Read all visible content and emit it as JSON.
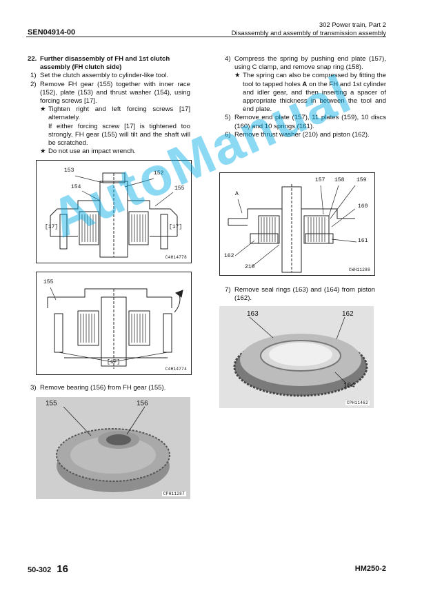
{
  "header": {
    "doc_code": "SEN04914-00",
    "title_line1": "302 Power train, Part 2",
    "title_line2": "Disassembly and assembly of transmission assembly"
  },
  "left": {
    "heading_num": "22.",
    "heading_text": "Further disassembly of FH and 1st clutch assembly (FH clutch side)",
    "step1_num": "1)",
    "step1": "Set the clutch assembly to cylinder-like tool.",
    "step2_num": "2)",
    "step2": "Remove FH gear (155) together with inner race (152), plate (153) and thrust washer (154), using forcing screws [17].",
    "star": "★",
    "note1": "Tighten right and left forcing screws [17] alternately.",
    "note1b": "If either forcing screw [17] is tightened too strongly, FH gear (155) will tilt and the shaft will be scratched.",
    "note2": "Do not use an impact wrench.",
    "step3_num": "3)",
    "step3": "Remove bearing (156) from FH gear (155)."
  },
  "right": {
    "step4_num": "4)",
    "step4": "Compress the spring by pushing end plate (157), using C clamp, and remove snap ring (158).",
    "note3_pre": "The spring can also be compressed by fitting the tool to tapped holes ",
    "note3_bold": "A",
    "note3_post": " on the FH and 1st cylinder and idler gear, and then inserting a spacer of appropriate thickness in between the tool and end plate.",
    "step5_num": "5)",
    "step5": "Remove end plate (157), 11 plates (159), 10 discs (160) and 10 springs (161).",
    "step6_num": "6)",
    "step6": "Remove thrust washer (210) and piston (162).",
    "step7_num": "7)",
    "step7": "Remove seal rings (163) and (164) from piston (162)."
  },
  "fig1": {
    "c153": "153",
    "c152": "152",
    "c154": "154",
    "c155": "155",
    "c17a": "[17]",
    "c17b": "[17]",
    "code": "C4H14778"
  },
  "fig2": {
    "c155": "155",
    "c17": "[17]",
    "code": "C4H14774"
  },
  "fig3": {
    "c155": "155",
    "c156": "156",
    "code": "CPH11287"
  },
  "fig4": {
    "cA": "A",
    "c157": "157",
    "c158": "158",
    "c159": "159",
    "c160": "160",
    "c161": "161",
    "c162": "162",
    "c210": "210",
    "code": "CWH11288"
  },
  "fig5": {
    "c163": "163",
    "c162": "162",
    "c164": "164",
    "code": "CPH11462"
  },
  "footer": {
    "page_code": "50-302",
    "page_num": "16",
    "model": "HM250-2"
  },
  "watermark": "AutoManual"
}
